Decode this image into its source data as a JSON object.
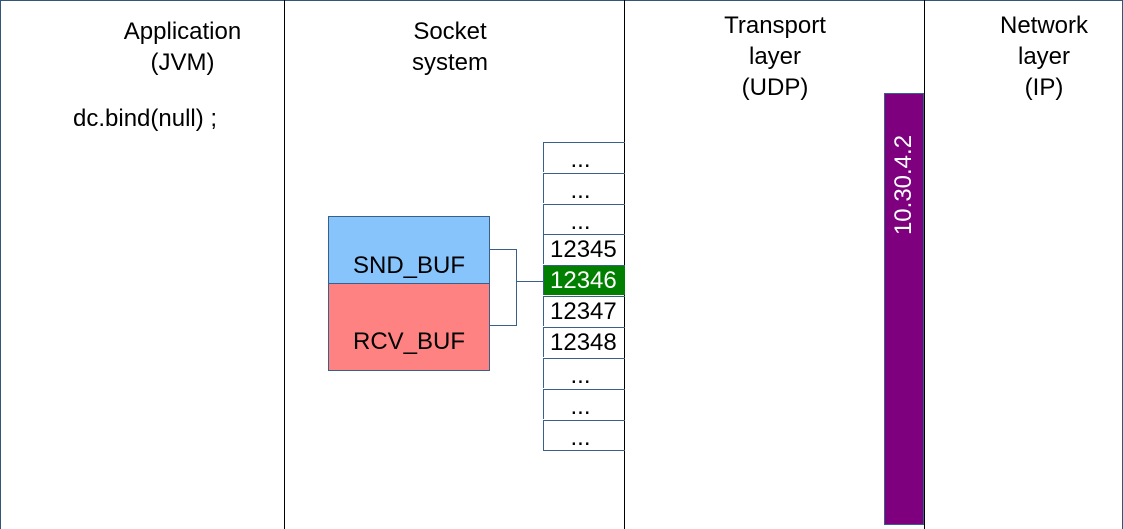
{
  "columns": {
    "application": {
      "title": "Application\n(JVM)"
    },
    "socket_system": {
      "title": "Socket\nsystem"
    },
    "transport": {
      "title": "Transport\nlayer\n(UDP)"
    },
    "network": {
      "title": "Network\nlayer\n(IP)"
    }
  },
  "application": {
    "code": "dc.bind(null) ;"
  },
  "socket": {
    "snd_buf_label": "SND_BUF",
    "rcv_buf_label": "RCV_BUF",
    "snd_buf_color": "#86c4fb",
    "rcv_buf_color": "#ff8282"
  },
  "ports": [
    {
      "label": "...",
      "kind": "ellipsis"
    },
    {
      "label": "...",
      "kind": "ellipsis"
    },
    {
      "label": "...",
      "kind": "ellipsis"
    },
    {
      "label": "12345",
      "kind": "port"
    },
    {
      "label": "12346",
      "kind": "port",
      "active": true
    },
    {
      "label": "12347",
      "kind": "port"
    },
    {
      "label": "12348",
      "kind": "port"
    },
    {
      "label": "...",
      "kind": "ellipsis"
    },
    {
      "label": "...",
      "kind": "ellipsis"
    },
    {
      "label": "...",
      "kind": "ellipsis"
    }
  ],
  "colors": {
    "active_port": "#007f00",
    "ip_bar": "#7f007f"
  },
  "network": {
    "ip_address": "10.30.4.2"
  }
}
